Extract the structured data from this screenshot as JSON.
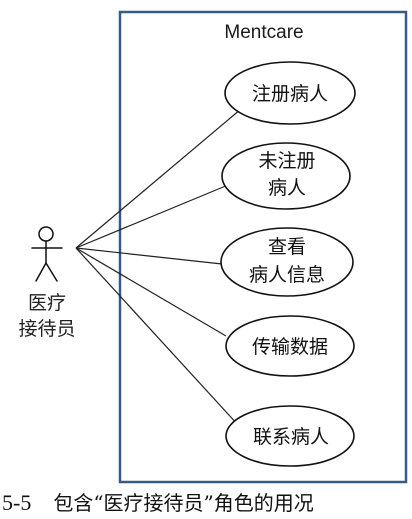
{
  "system": {
    "title": "Mentcare",
    "border_color": "#3a5a86"
  },
  "actor": {
    "name_line1": "医疗",
    "name_line2": "接待员"
  },
  "use_cases": [
    {
      "line1": "注册病人",
      "line2": ""
    },
    {
      "line1": "未注册",
      "line2": "病人"
    },
    {
      "line1": "查看",
      "line2": "病人信息"
    },
    {
      "line1": "传输数据",
      "line2": ""
    },
    {
      "line1": "联系病人",
      "line2": ""
    }
  ],
  "caption": {
    "number": "5-5",
    "text": "包含“医疗接待员”角色的用况"
  }
}
